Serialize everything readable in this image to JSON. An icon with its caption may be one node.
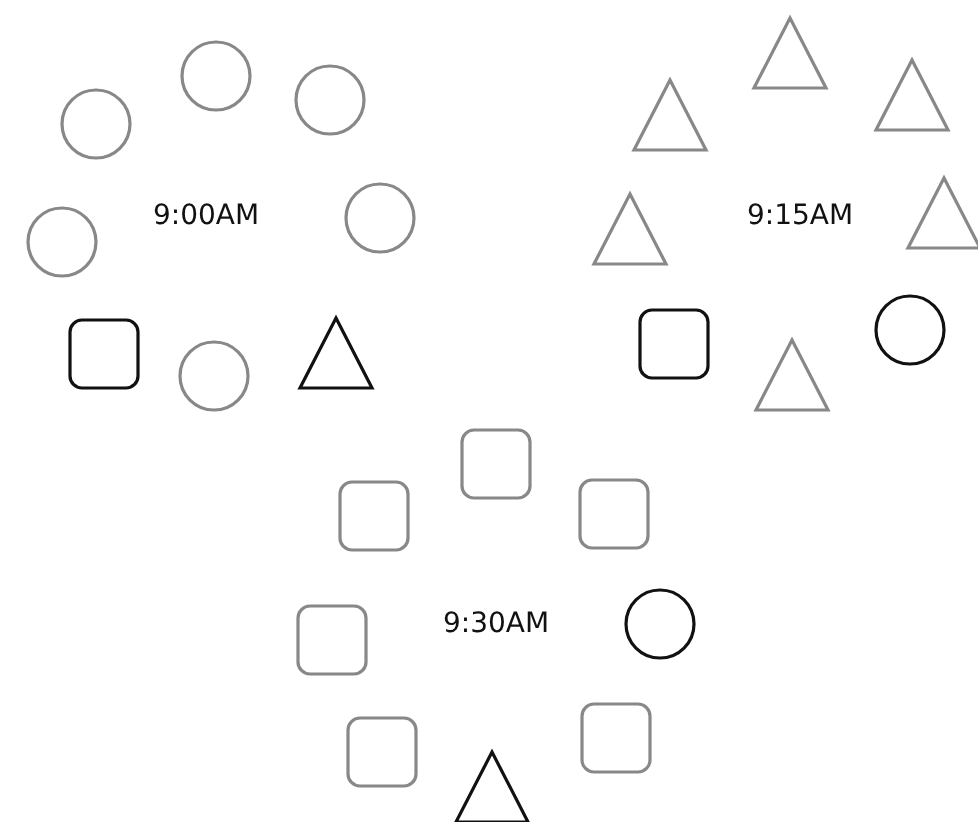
{
  "diagram": {
    "nodes": [
      {
        "text": [],
        "shape": "circle"
      },
      {
        "text": [],
        "shape": "circle"
      },
      {
        "text": [],
        "shape": "circle"
      },
      {
        "text": [],
        "shape": "circle"
      },
      {
        "text": [],
        "shape": "circle"
      },
      {
        "text": [],
        "shape": "box"
      },
      {
        "text": [],
        "shape": "circle"
      },
      {
        "text": [],
        "shape": "triangle"
      },
      {
        "text": [],
        "shape": "triangle"
      },
      {
        "text": [],
        "shape": "triangle"
      },
      {
        "text": [],
        "shape": "triangle"
      },
      {
        "text": [],
        "shape": "triangle"
      },
      {
        "text": [],
        "shape": "triangle"
      },
      {
        "text": [],
        "shape": "box"
      },
      {
        "text": [],
        "shape": "triangle"
      },
      {
        "text": [],
        "shape": "circle"
      },
      {
        "text": [],
        "shape": "box"
      },
      {
        "text": [],
        "shape": "box"
      },
      {
        "text": [],
        "shape": "box"
      },
      {
        "text": [],
        "shape": "box"
      },
      {
        "text": [],
        "shape": "circle"
      },
      {
        "text": [],
        "shape": "box"
      },
      {
        "text": [],
        "shape": "box"
      },
      {
        "text": [],
        "shape": "triangle"
      }
    ],
    "labels": [
      "9:00AM",
      "9:15AM",
      "9:30AM"
    ]
  }
}
